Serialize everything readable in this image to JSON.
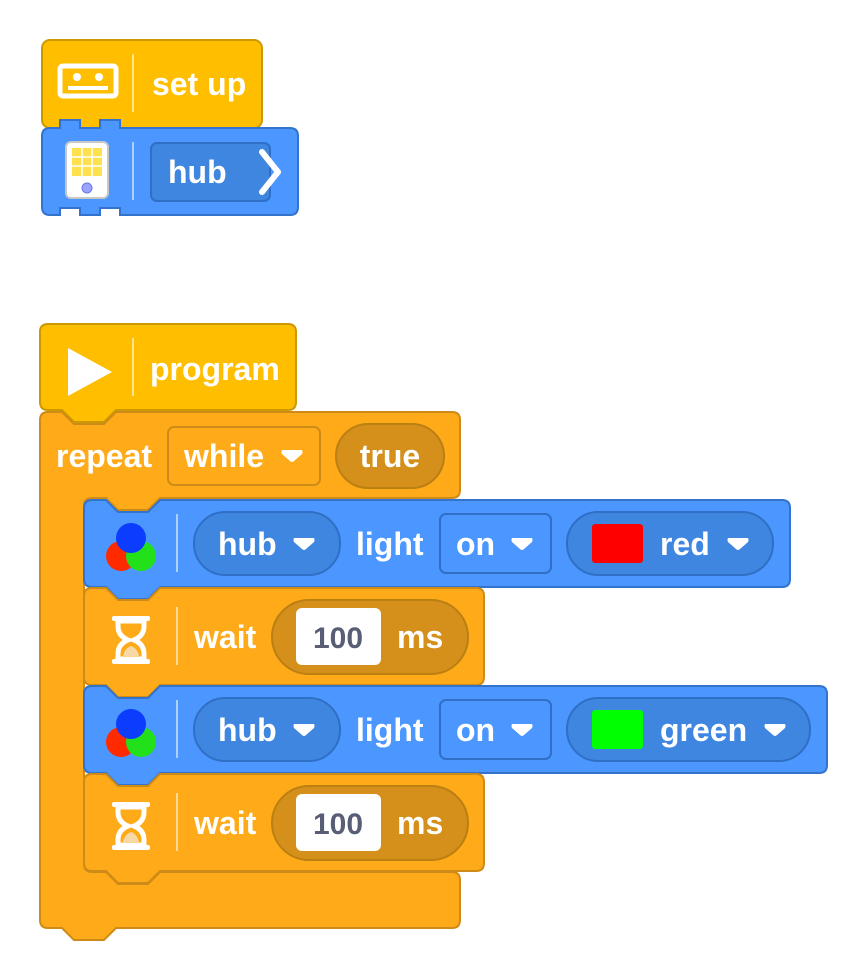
{
  "colors": {
    "hat": "#ffbf00",
    "hat_stroke": "#cc9900",
    "control": "#ffab19",
    "control_stroke": "#cf8b17",
    "control_field": "#e6a04c",
    "control_dark_field": "#d4901a",
    "hub_block": "#4c97ff",
    "hub_stroke": "#3373cc",
    "hub_field": "#3f86e0"
  },
  "setup_script": {
    "hat_label": "set up",
    "hat_icon": "hub-setup-icon",
    "hub_block": {
      "icon": "hub-device-icon",
      "dropdown_value": "hub",
      "chevron_icon": "chevron-right-icon"
    }
  },
  "program_script": {
    "hat_label": "program",
    "hat_icon": "play-icon",
    "repeat": {
      "label": "repeat",
      "mode": "while",
      "condition": "true"
    },
    "steps": [
      {
        "type": "light",
        "icon": "rgb-light-icon",
        "device": "hub",
        "label": "light",
        "state": "on",
        "color_name": "red",
        "swatch": "#ff0000"
      },
      {
        "type": "wait",
        "icon": "hourglass-icon",
        "label": "wait",
        "value": "100",
        "unit": "ms"
      },
      {
        "type": "light",
        "icon": "rgb-light-icon",
        "device": "hub",
        "label": "light",
        "state": "on",
        "color_name": "green",
        "swatch": "#00ff00"
      },
      {
        "type": "wait",
        "icon": "hourglass-icon",
        "label": "wait",
        "value": "100",
        "unit": "ms"
      }
    ]
  }
}
